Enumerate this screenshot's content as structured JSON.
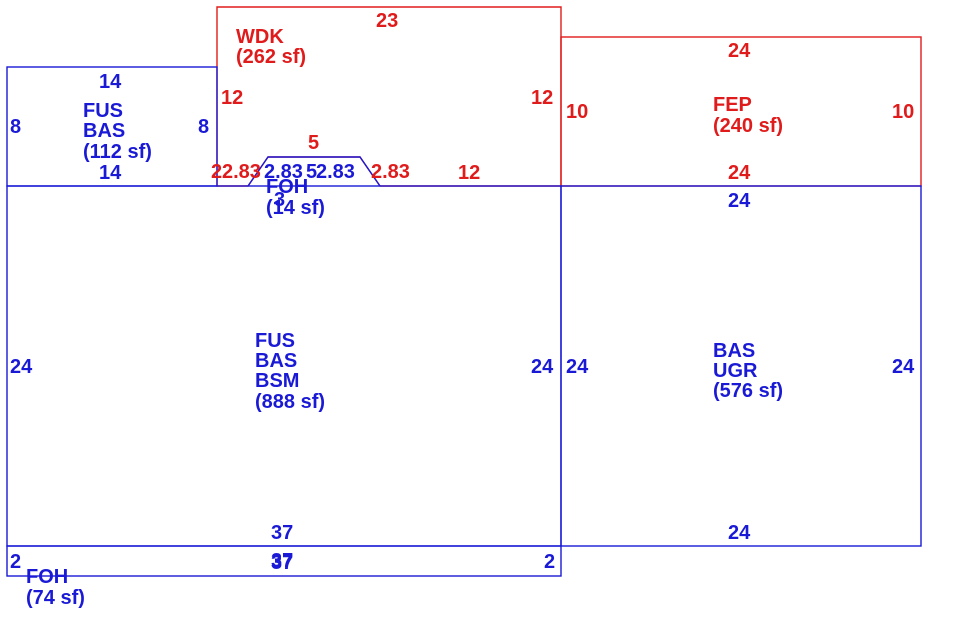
{
  "colors": {
    "blue": "#1a1ad6",
    "red": "#e01b1b"
  },
  "areas": {
    "fus_bas_small": {
      "line1": "FUS",
      "line2": "BAS",
      "area": "(112 sf)"
    },
    "wdk": {
      "line1": "WDK",
      "area": "(262 sf)"
    },
    "fep": {
      "line1": "FEP",
      "area": "(240 sf)"
    },
    "foh_small": {
      "line1": "FOH",
      "area": "(14 sf)"
    },
    "fus_bas_bsm": {
      "line1": "FUS",
      "line2": "BAS",
      "line3": "BSM",
      "area": "(888 sf)"
    },
    "bas_ugr": {
      "line1": "BAS",
      "line2": "UGR",
      "area": "(576 sf)"
    },
    "foh_bottom": {
      "line1": "FOH",
      "area": "(74 sf)"
    }
  },
  "dimensions": {
    "small_top": "14",
    "small_left": "8",
    "small_right": "8",
    "small_bottom": "14",
    "wdk_top": "23",
    "wdk_left": "12",
    "wdk_right": "12",
    "wdk_bottom_left": "2",
    "wdk_diag_left": "2.83",
    "wdk_diag_top": "5",
    "wdk_diag_right": "2.83",
    "wdk_bottom_right": "12",
    "foh_diag_left": "2.83",
    "foh_top": "5",
    "foh_diag_right": "2.83",
    "foh_bottom": "3",
    "fep_top": "24",
    "fep_left": "10",
    "fep_right": "10",
    "fep_bottom": "24",
    "main_left": "24",
    "main_right": "24",
    "main_bottom": "37",
    "ugr_top": "24",
    "ugr_left": "24",
    "ugr_right": "24",
    "ugr_bottom": "24",
    "foh_strip_left": "2",
    "foh_strip_top": "37",
    "foh_strip_bottom": "37",
    "foh_strip_right": "2"
  }
}
